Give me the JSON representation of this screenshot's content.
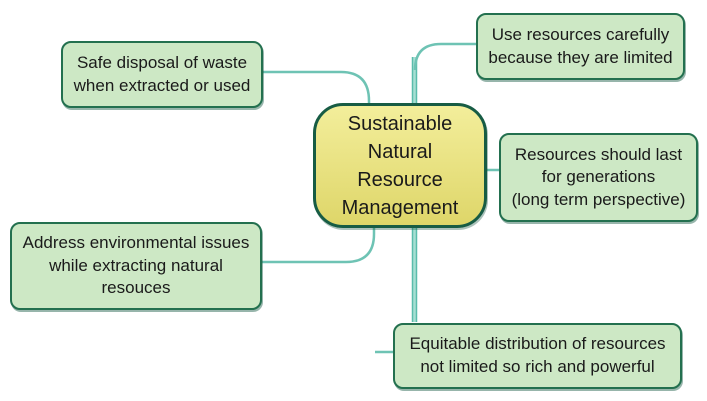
{
  "diagram": {
    "center": {
      "label": "Sustainable\nNatural\nResource\nManagement"
    },
    "branches": [
      {
        "id": "safe-disposal",
        "label": "Safe disposal of waste\nwhen extracted or used"
      },
      {
        "id": "use-resources-carefully",
        "label": "Use resources carefully\nbecause they are limited"
      },
      {
        "id": "last-for-generations",
        "label": "Resources should last\nfor generations\n(long term perspective)"
      },
      {
        "id": "environmental-issues",
        "label": "Address environmental issues\nwhile extracting natural\nresouces"
      },
      {
        "id": "equitable-distribution",
        "label": "Equitable distribution of resources\nnot limited so rich and powerful"
      }
    ],
    "colors": {
      "background": "#ffffff",
      "box-fill": "#cde8c5",
      "box-border": "#23704f",
      "center-fill-top": "#f3ee9b",
      "center-fill-bottom": "#ded669",
      "center-border": "#175c44",
      "connector": "#6ec3b4",
      "trunk-outer": "#5abcab",
      "trunk-inner": "#a7dfd3",
      "text": "#1a1a1a"
    }
  }
}
